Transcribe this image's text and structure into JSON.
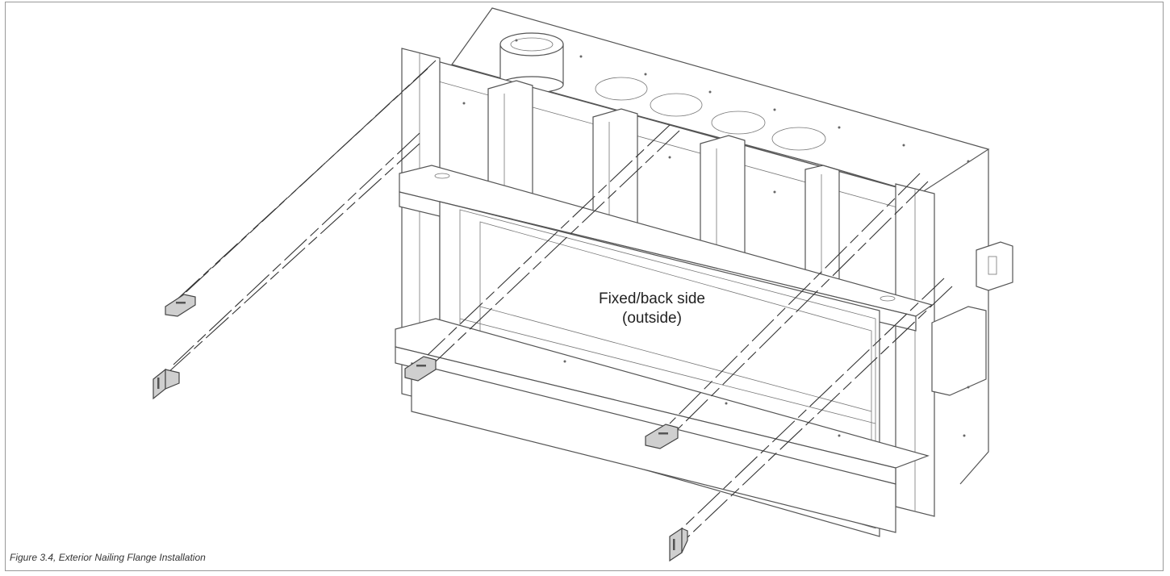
{
  "caption": "Figure 3.4, Exterior Nailing Flange Installation",
  "label": {
    "line1": "Fixed/back side",
    "line2": "(outside)"
  },
  "colors": {
    "stroke": "#555555",
    "bracket_fill": "#cfcfcf",
    "frame_border": "#999999"
  }
}
